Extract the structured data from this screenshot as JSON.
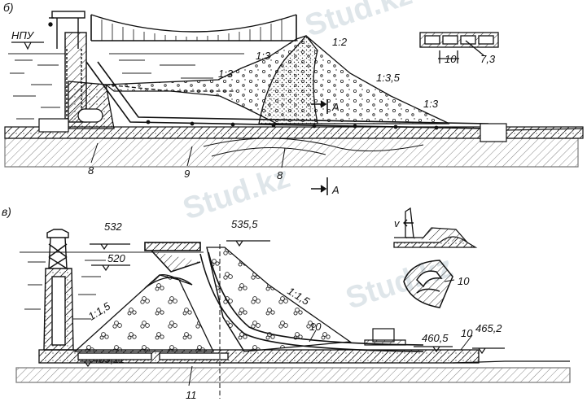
{
  "watermark": "Stud.kz",
  "panel_b": {
    "letter": "б)",
    "npu_label": "НПУ",
    "slopes": [
      "1:3",
      "1:3",
      "1:2",
      "1:3,5",
      "1:3"
    ],
    "section_marker": "A",
    "callouts": [
      "8",
      "9",
      "8"
    ],
    "inset_dims": [
      "10",
      "7,3"
    ]
  },
  "panel_v": {
    "letter": "в)",
    "elevations": [
      "532",
      "520",
      "535,5",
      "469,11",
      "460,5",
      "465,2"
    ],
    "slopes": [
      "1:1,5",
      "1:1,5"
    ],
    "callouts": [
      "10",
      "10",
      "11",
      "10"
    ],
    "flow_label": "v"
  }
}
